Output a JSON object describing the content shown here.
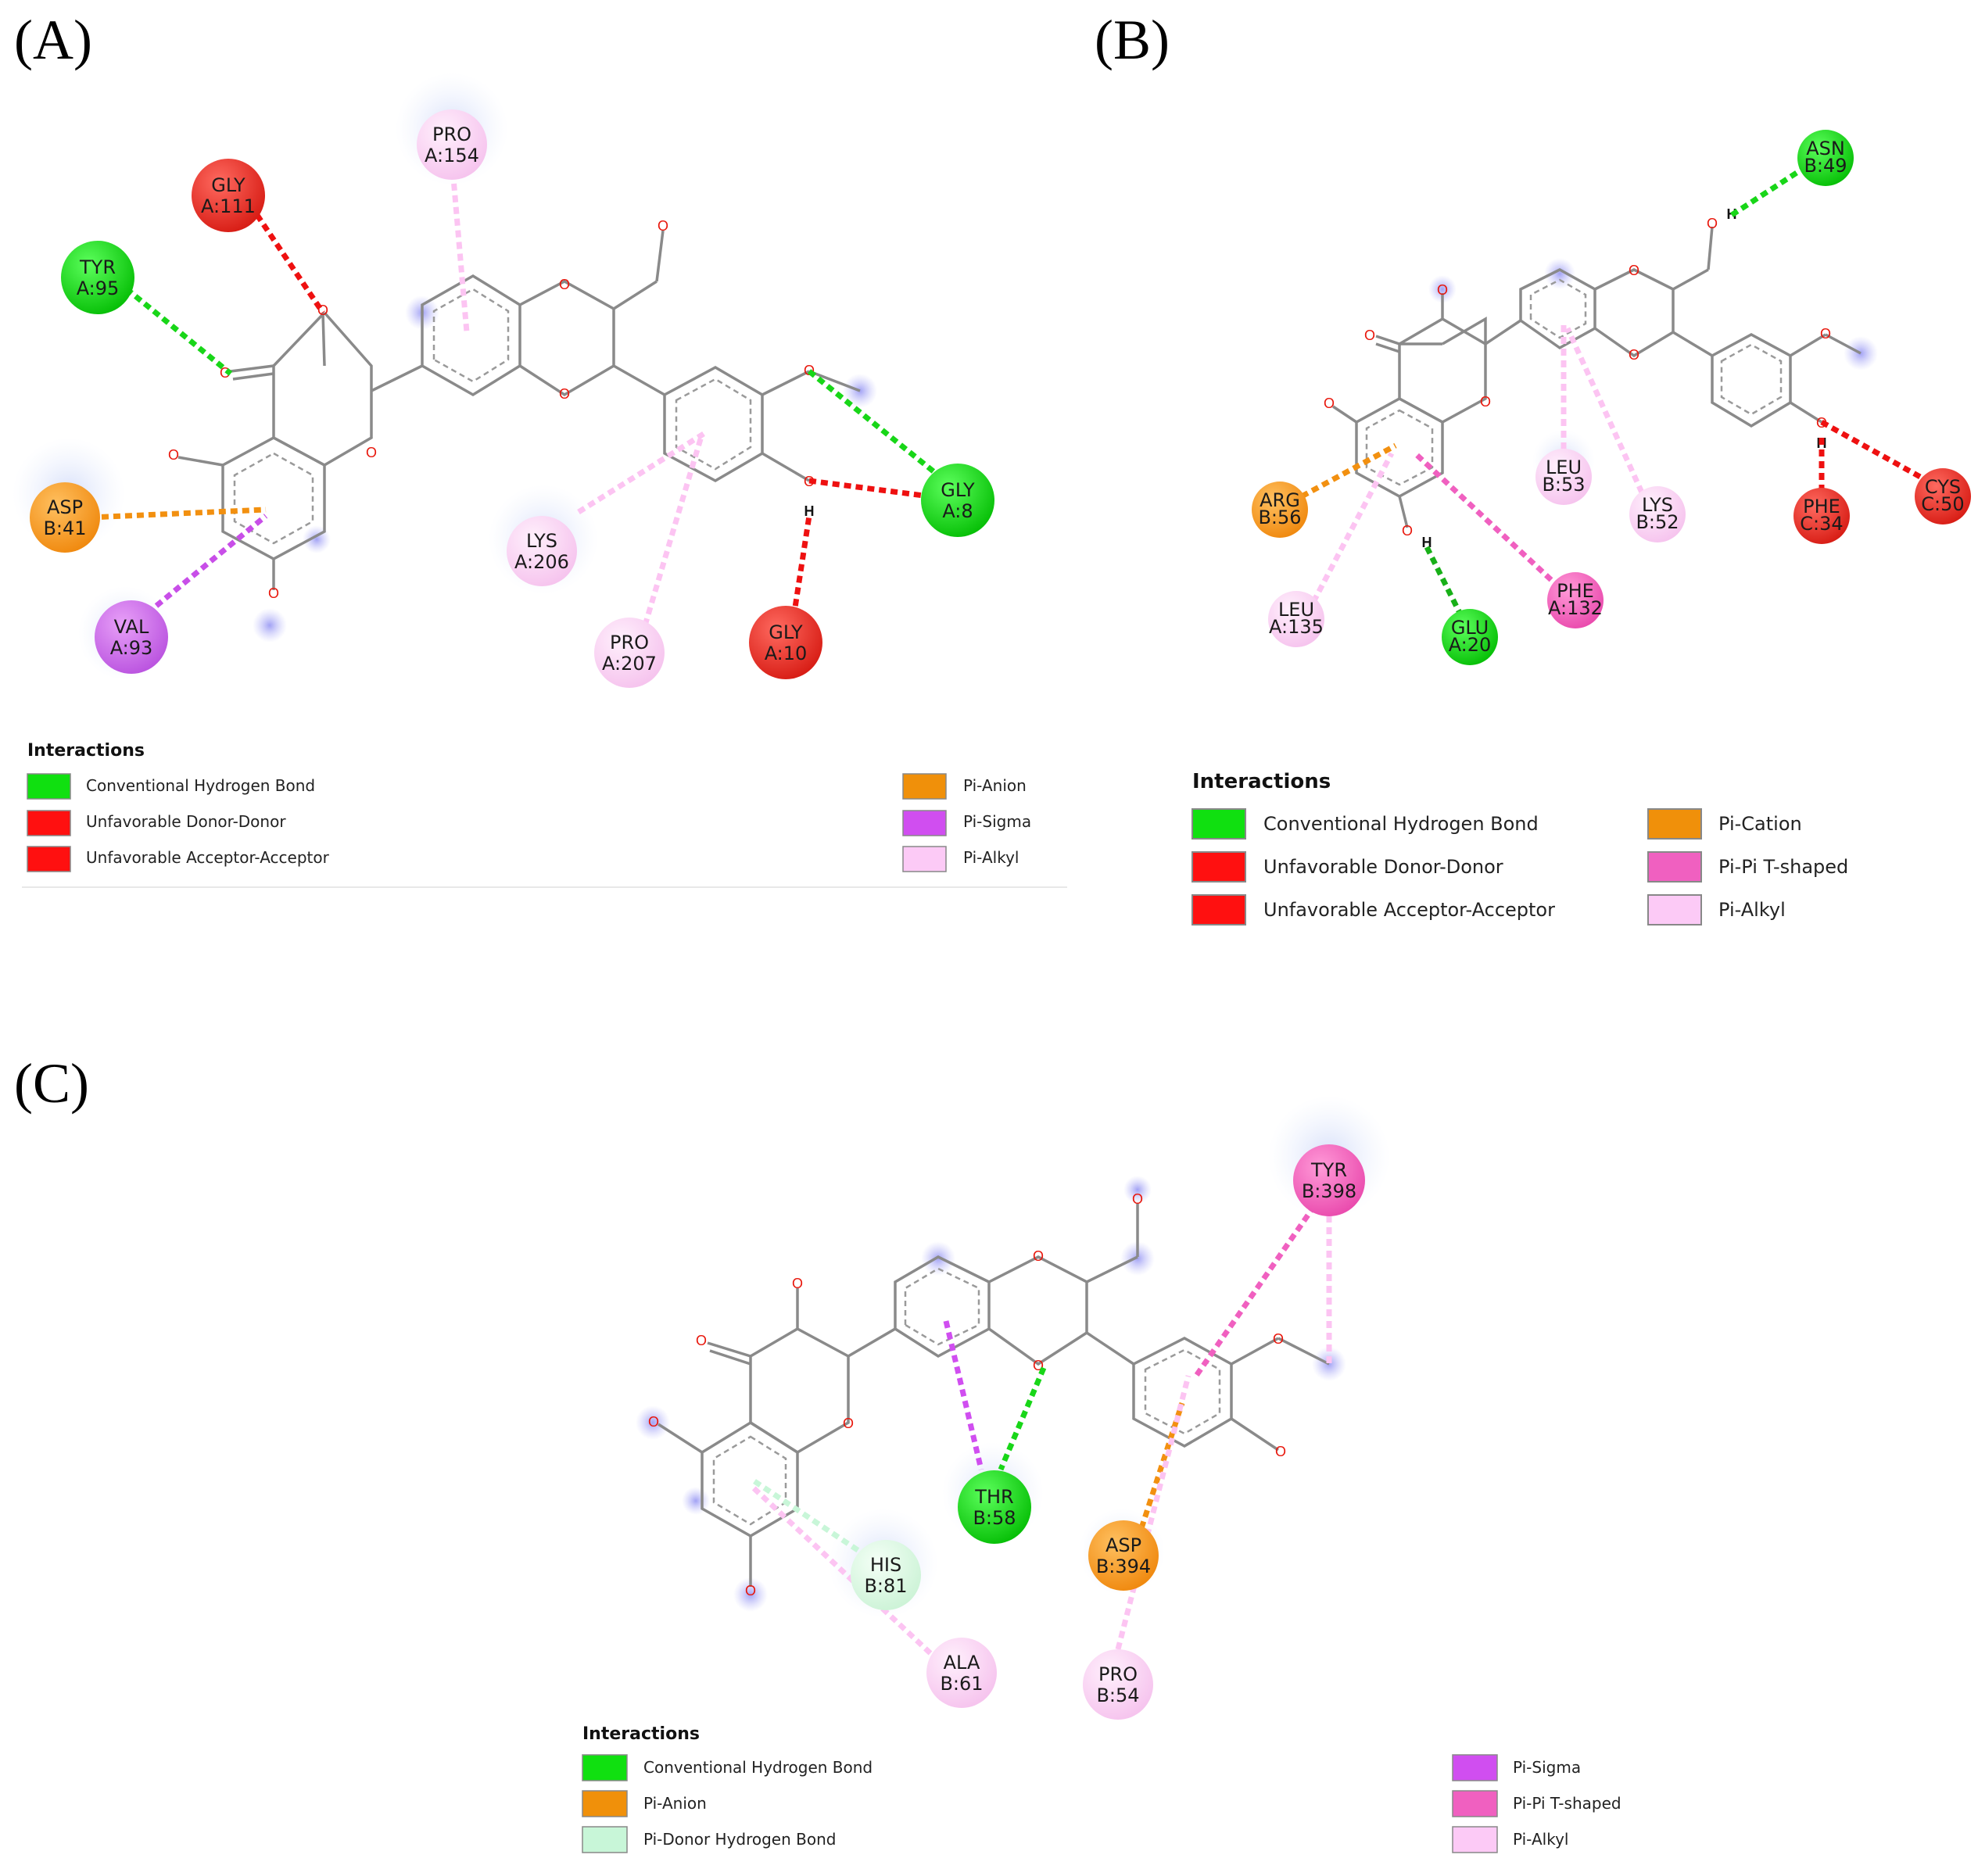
{
  "panels": {
    "A": {
      "label": "(A)",
      "residues": [
        {
          "line1": "GLY",
          "line2": "A:111"
        },
        {
          "line1": "PRO",
          "line2": "A:154"
        },
        {
          "line1": "TYR",
          "line2": "A:95"
        },
        {
          "line1": "ASP",
          "line2": "B:41"
        },
        {
          "line1": "VAL",
          "line2": "A:93"
        },
        {
          "line1": "LYS",
          "line2": "A:206"
        },
        {
          "line1": "PRO",
          "line2": "A:207"
        },
        {
          "line1": "GLY",
          "line2": "A:10"
        },
        {
          "line1": "GLY",
          "line2": "A:8"
        }
      ],
      "legend": {
        "title": "Interactions",
        "items": [
          {
            "label": "Conventional Hydrogen Bond",
            "color": "#10e010"
          },
          {
            "label": "Unfavorable Donor-Donor",
            "color": "#ff1010"
          },
          {
            "label": "Unfavorable Acceptor-Acceptor",
            "color": "#ff1010"
          },
          {
            "label": "Pi-Anion",
            "color": "#f0900a"
          },
          {
            "label": "Pi-Sigma",
            "color": "#d04ef0"
          },
          {
            "label": "Pi-Alkyl",
            "color": "#fccaf6"
          }
        ]
      }
    },
    "B": {
      "label": "(B)",
      "residues": [
        {
          "line1": "ASN",
          "line2": "B:49"
        },
        {
          "line1": "ARG",
          "line2": "B:56"
        },
        {
          "line1": "LEU",
          "line2": "B:53"
        },
        {
          "line1": "LYS",
          "line2": "B:52"
        },
        {
          "line1": "PHE",
          "line2": "C:34"
        },
        {
          "line1": "CYS",
          "line2": "C:50"
        },
        {
          "line1": "LEU",
          "line2": "A:135"
        },
        {
          "line1": "GLU",
          "line2": "A:20"
        },
        {
          "line1": "PHE",
          "line2": "A:132"
        }
      ],
      "legend": {
        "title": "Interactions",
        "items": [
          {
            "label": "Conventional Hydrogen Bond",
            "color": "#10e010"
          },
          {
            "label": "Unfavorable Donor-Donor",
            "color": "#ff1010"
          },
          {
            "label": "Unfavorable Acceptor-Acceptor",
            "color": "#ff1010"
          },
          {
            "label": "Pi-Cation",
            "color": "#f0900a"
          },
          {
            "label": "Pi-Pi T-shaped",
            "color": "#f060c0"
          },
          {
            "label": "Pi-Alkyl",
            "color": "#fccaf6"
          }
        ]
      }
    },
    "C": {
      "label": "(C)",
      "residues": [
        {
          "line1": "TYR",
          "line2": "B:398"
        },
        {
          "line1": "THR",
          "line2": "B:58"
        },
        {
          "line1": "HIS",
          "line2": "B:81"
        },
        {
          "line1": "ASP",
          "line2": "B:394"
        },
        {
          "line1": "ALA",
          "line2": "B:61"
        },
        {
          "line1": "PRO",
          "line2": "B:54"
        }
      ],
      "legend": {
        "title": "Interactions",
        "items": [
          {
            "label": "Conventional Hydrogen Bond",
            "color": "#10e010"
          },
          {
            "label": "Pi-Anion",
            "color": "#f0900a"
          },
          {
            "label": "Pi-Donor Hydrogen Bond",
            "color": "#c8f6d8"
          },
          {
            "label": "Pi-Sigma",
            "color": "#d04ef0"
          },
          {
            "label": "Pi-Pi T-shaped",
            "color": "#f060c0"
          },
          {
            "label": "Pi-Alkyl",
            "color": "#fccaf6"
          }
        ]
      }
    }
  },
  "atoms": {
    "oxygen": "O",
    "hydrogen": "H"
  }
}
